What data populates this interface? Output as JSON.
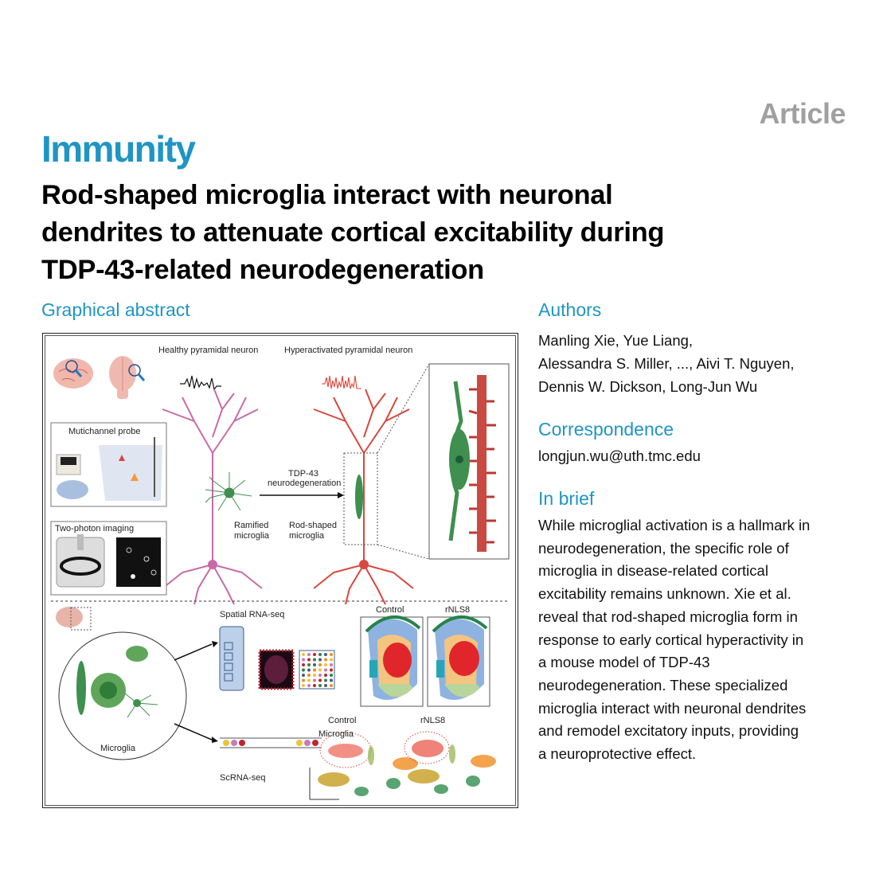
{
  "header": {
    "article_type": "Article",
    "journal": "Immunity",
    "title_lines": [
      "Rod-shaped microglia interact with neuronal",
      "dendrites to attenuate cortical excitability during",
      "TDP-43-related neurodegeneration"
    ]
  },
  "graphical_abstract": {
    "heading": "Graphical abstract",
    "labels": {
      "healthy": "Healthy pyramidal neuron",
      "hyper": "Hyperactivated pyramidal neuron",
      "probe": "Mutichannel probe",
      "two_photon": "Two-photon imaging",
      "tdp_line1": "TDP-43",
      "tdp_line2": "neurodegeneration",
      "ramified_1": "Ramified",
      "ramified_2": "microglia",
      "rod_1": "Rod-shaped",
      "rod_2": "microglia",
      "spatial": "Spatial RNA-seq",
      "control_top": "Control",
      "rnls8_top": "rNLS8",
      "microglia_circle": "Microglia",
      "scrna": "ScRNA-seq",
      "control_bottom": "Control",
      "rnls8_bottom": "rNLS8",
      "microglia_cluster": "Microglia"
    },
    "colors": {
      "healthy_neuron": "#c96aa8",
      "hyper_neuron": "#d9473f",
      "microglia": "#3f8f4f",
      "panel_bg": "#dfe6f1"
    }
  },
  "sidebar": {
    "authors_heading": "Authors",
    "authors_lines": [
      "Manling Xie, Yue Liang,",
      "Alessandra S. Miller, ..., Aivi T. Nguyen,",
      "Dennis W. Dickson, Long-Jun Wu"
    ],
    "correspondence_heading": "Correspondence",
    "email": "longjun.wu@uth.tmc.edu",
    "in_brief_heading": "In brief",
    "in_brief_lines": [
      "While microglial activation is a hallmark in",
      "neurodegeneration, the specific role of",
      "microglia in disease-related cortical",
      "excitability remains unknown. Xie et al.",
      "reveal that rod-shaped microglia form in",
      "response to early cortical hyperactivity in",
      "a mouse model of TDP-43",
      "neurodegeneration. These specialized",
      "microglia interact with neuronal dendrites",
      "and remodel excitatory inputs, providing",
      "a neuroprotective effect."
    ]
  }
}
